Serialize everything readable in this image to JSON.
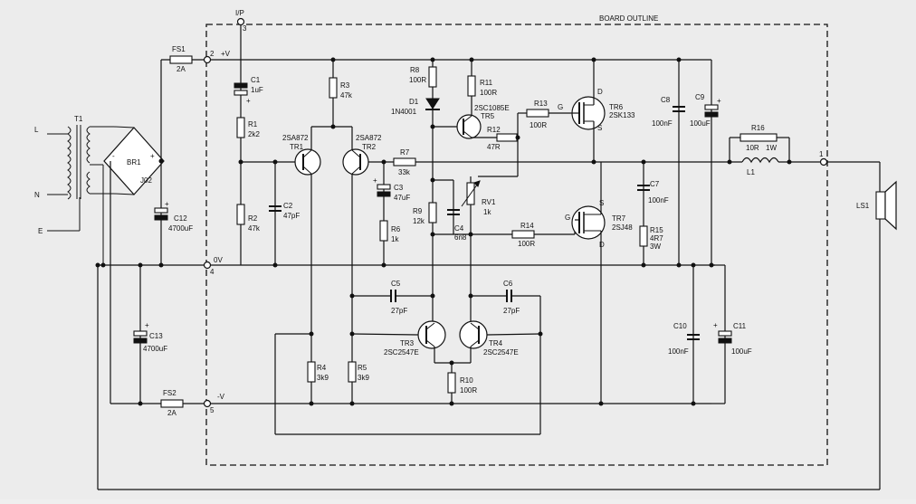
{
  "board": {
    "label": "BOARD OUTLINE"
  },
  "nodes": {
    "n3": "3",
    "n2": "2",
    "n4": "4",
    "n5": "5",
    "n1": "1",
    "ip": "I/P",
    "plus_v": "+V",
    "zero_v": "0V",
    "minus_v": "-V"
  },
  "mains": {
    "L": "L",
    "N": "N",
    "E": "E"
  },
  "components": {
    "t1": "T1",
    "br1": "BR1",
    "j02": "J02",
    "fs1": "FS1",
    "fs1_v": "2A",
    "fs2": "FS2",
    "fs2_v": "2A",
    "c12": "C12",
    "c12_v": "4700uF",
    "c13": "C13",
    "c13_v": "4700uF",
    "c1": "C1",
    "c1_v": "1uF",
    "r1": "R1",
    "r1_v": "2k2",
    "r2": "R2",
    "r2_v": "47k",
    "c2": "C2",
    "c2_v": "47pF",
    "r3": "R3",
    "r3_v": "47k",
    "tr1_type": "2SA872",
    "tr1": "TR1",
    "tr2_type": "2SA872",
    "tr2": "TR2",
    "r4": "R4",
    "r4_v": "3k9",
    "r5": "R5",
    "r5_v": "3k9",
    "r7": "R7",
    "r7_v": "33k",
    "c3": "C3",
    "c3_v": "47uF",
    "r6": "R6",
    "r6_v": "1k",
    "r8": "R8",
    "r8_v": "100R",
    "d1": "D1",
    "d1_v": "1N4001",
    "r11": "R11",
    "r11_v": "100R",
    "tr5_type": "2SC1085E",
    "tr5": "TR5",
    "r12": "R12",
    "r12_v": "47R",
    "r13": "R13",
    "r13_v": "100R",
    "r9": "R9",
    "r9_v": "12k",
    "c4": "C4",
    "c4_v": "6n8",
    "rv1": "RV1",
    "rv1_v": "1k",
    "r14": "R14",
    "r14_v": "100R",
    "tr6": "TR6",
    "tr6_type": "2SK133",
    "tr7": "TR7",
    "tr7_type": "2SJ48",
    "c7": "C7",
    "c7_v": "100nF",
    "r15": "R15",
    "r15_v": "4R7",
    "r15_w": "3W",
    "c8": "C8",
    "c8_v": "100nF",
    "c9": "C9",
    "c9_v": "100uF",
    "r16": "R16",
    "r16_v": "10R",
    "r16_w": "1W",
    "l1": "L1",
    "ls1": "LS1",
    "c5": "C5",
    "c5_v": "27pF",
    "c6": "C6",
    "c6_v": "27pF",
    "tr3": "TR3",
    "tr3_type": "2SC2547E",
    "tr4": "TR4",
    "tr4_type": "2SC2547E",
    "r10": "R10",
    "r10_v": "100R",
    "c10": "C10",
    "c10_v": "100nF",
    "c11": "C11",
    "c11_v": "100uF"
  },
  "pins": {
    "g": "G",
    "d": "D",
    "s": "S",
    "plus": "+",
    "minus": "-"
  }
}
